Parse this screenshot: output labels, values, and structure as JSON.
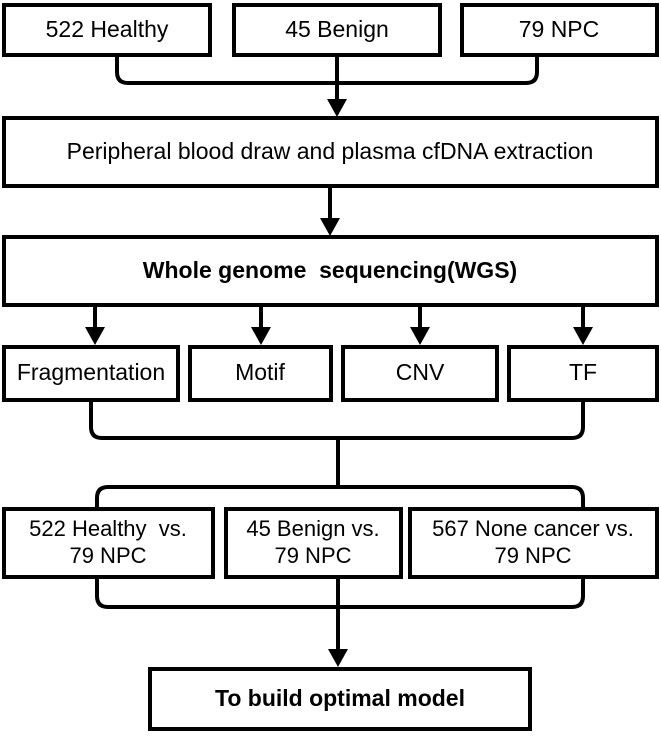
{
  "diagram": {
    "title": "Study workflow flowchart",
    "stroke_color": "#000000",
    "fill_color": "#ffffff",
    "cohorts": [
      {
        "id": "healthy",
        "label": "522 Healthy"
      },
      {
        "id": "benign",
        "label": "45 Benign"
      },
      {
        "id": "npc",
        "label": "79 NPC"
      }
    ],
    "processing": {
      "label": "Peripheral blood draw and plasma cfDNA extraction"
    },
    "sequencing": {
      "label": "Whole genome  sequencing(WGS)"
    },
    "features": [
      {
        "id": "fragmentation",
        "label": "Fragmentation"
      },
      {
        "id": "motif",
        "label": "Motif"
      },
      {
        "id": "cnv",
        "label": "CNV"
      },
      {
        "id": "tf",
        "label": "TF"
      }
    ],
    "comparisons": [
      {
        "id": "healthy-vs-npc",
        "line1": "522 Healthy  vs.",
        "line2": "79 NPC"
      },
      {
        "id": "benign-vs-npc",
        "line1": "45 Benign vs.",
        "line2": "79 NPC"
      },
      {
        "id": "noncancer-vs-npc",
        "line1": "567 None cancer vs.",
        "line2": "79 NPC"
      }
    ],
    "outcome": {
      "label": "To build optimal model"
    }
  }
}
